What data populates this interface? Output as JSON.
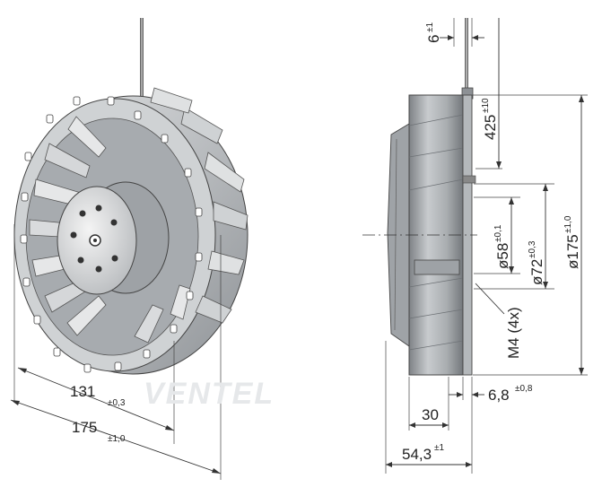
{
  "watermark": "VENTEL",
  "front_view": {
    "dim_inner_value": "131",
    "dim_inner_tol": "±0,3",
    "dim_outer_value": "175",
    "dim_outer_tol": "±1,0"
  },
  "side_view": {
    "lead_offset_value": "6",
    "lead_offset_tol": "±1",
    "lead_length_value": "425",
    "lead_length_tol": "±10",
    "d58_value": "ø58",
    "d58_tol": "±0,1",
    "d72_value": "ø72",
    "d72_tol": "±0,3",
    "d175_value": "ø175",
    "d175_tol": "±1,0",
    "thread_label": "M4 (4x)",
    "flange_value": "6,8",
    "flange_tol": "±0,8",
    "depth30_value": "30",
    "depth_total_value": "54,3",
    "depth_total_tol": "±1"
  },
  "colors": {
    "metal": "#c9ccce",
    "metal_dark": "#8c9094",
    "hub": "#e4e5e6",
    "line": "#333333"
  }
}
